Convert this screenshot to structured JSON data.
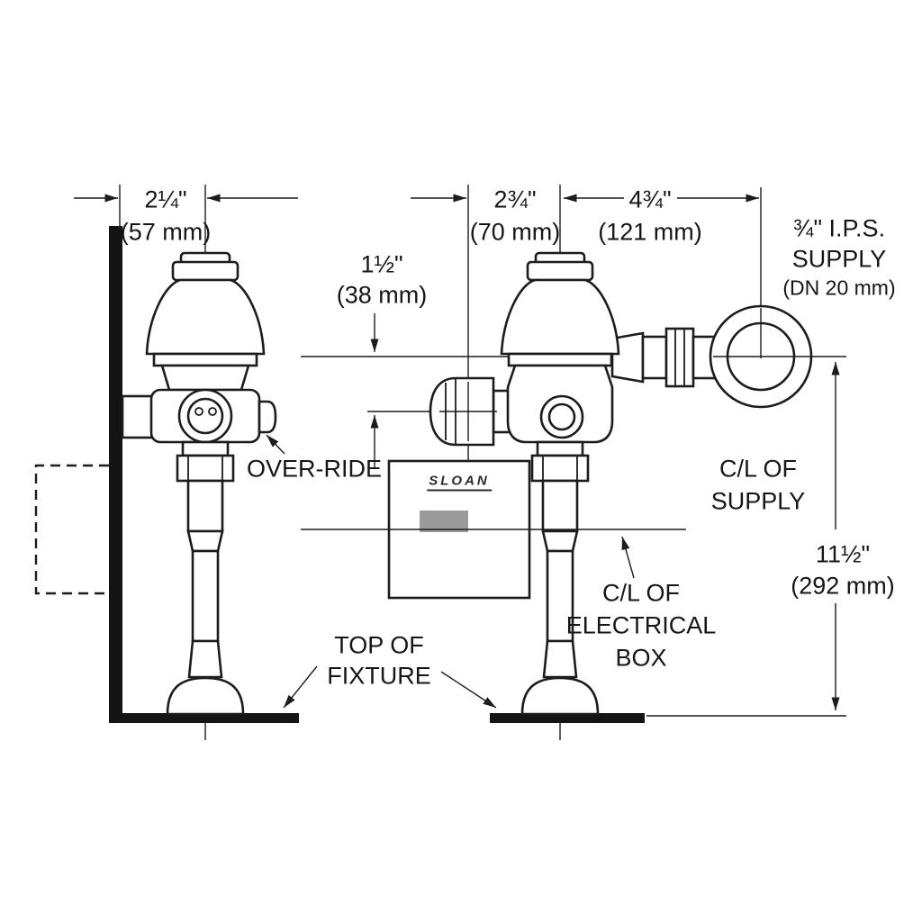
{
  "diagram": {
    "dims": {
      "wall_offset_in": "2¼\"",
      "wall_offset_mm": "(57 mm)",
      "sensor_offset_in": "2¾\"",
      "sensor_offset_mm": "(70 mm)",
      "supply_offset_in": "4¾\"",
      "supply_offset_mm": "(121 mm)",
      "drop_in": "1½\"",
      "drop_mm": "(38 mm)",
      "height_in": "11½\"",
      "height_mm": "(292 mm)"
    },
    "labels": {
      "supply_ips_line1": "¾\" I.P.S.",
      "supply_ips_line2": "SUPPLY",
      "supply_ips_line3": "(DN 20 mm)",
      "override": "OVER-RIDE",
      "cl_supply_line1": "C/L OF",
      "cl_supply_line2": "SUPPLY",
      "cl_electrical_line1": "C/L OF",
      "cl_electrical_line2": "ELECTRICAL",
      "cl_electrical_line3": "BOX",
      "top_of_fixture_line1": "TOP OF",
      "top_of_fixture_line2": "FIXTURE",
      "brand": "SLOAN"
    },
    "colors": {
      "line": "#1c1c1c",
      "sensor_window": "#9b9b9b",
      "background": "#ffffff"
    }
  }
}
